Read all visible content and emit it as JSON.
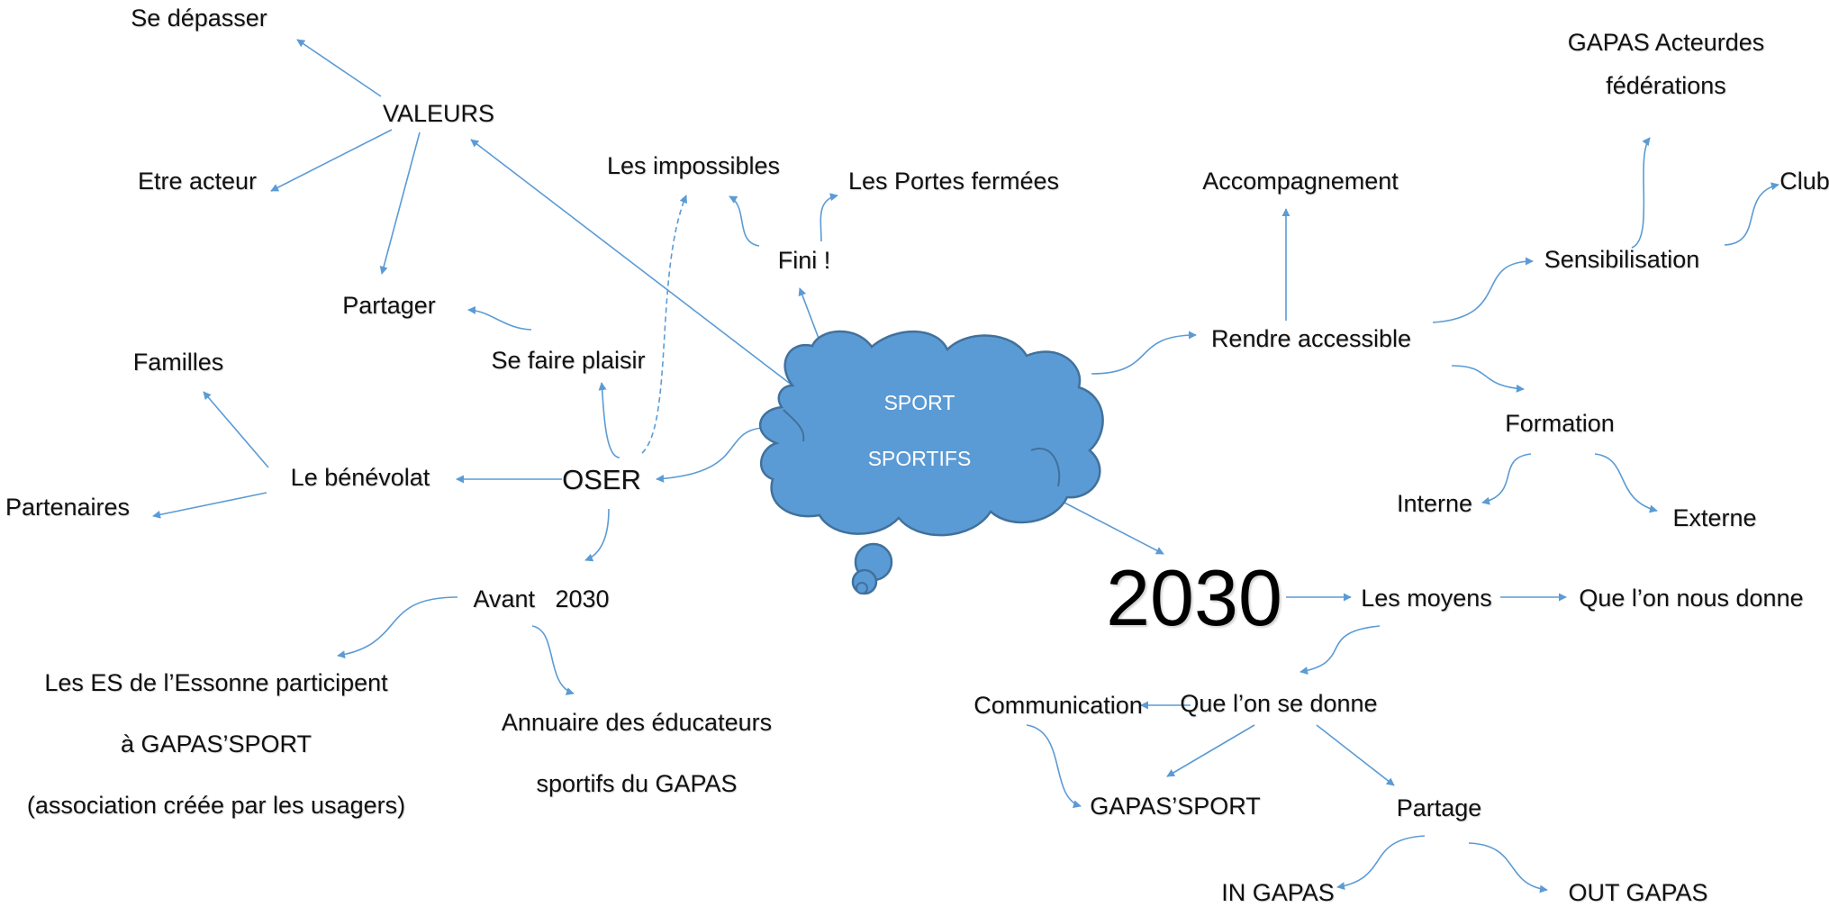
{
  "colors": {
    "arrow": "#5b9bd5",
    "cloud_fill": "#5b9bd5",
    "cloud_stroke": "#41719c",
    "text": "#111111"
  },
  "center": {
    "line1": "SPORT",
    "line2": "SPORTIFS"
  },
  "nodes": {
    "se_depasser": "Se dépasser",
    "valeurs": "VALEURS",
    "etre_acteur": "Etre acteur",
    "partager": "Partager",
    "les_impossibles": "Les impossibles",
    "les_portes_fermees": "Les Portes fermées",
    "fini": "Fini !",
    "se_faire_plaisir": "Se faire plaisir",
    "familles": "Familles",
    "le_benevolat": "Le bénévolat",
    "partenaires": "Partenaires",
    "oser": "OSER",
    "avant_2030": "Avant   2030",
    "les_es": [
      "Les ES de l’Essonne participent",
      "à GAPAS’SPORT",
      "(association créée par les usagers)"
    ],
    "annuaire": [
      "Annuaire des éducateurs",
      "sportifs du GAPAS"
    ],
    "accompagnement": "Accompagnement",
    "gapas_acteurs": [
      "GAPAS Acteurdes",
      "fédérations"
    ],
    "club": "Club",
    "sensibilisation": "Sensibilisation",
    "rendre_accessible": "Rendre accessible",
    "formation": "Formation",
    "interne": "Interne",
    "externe": "Externe",
    "year_2030": "2030",
    "les_moyens": "Les moyens",
    "que_lon_nous_donne": "Que l’on nous donne",
    "que_lon_se_donne": "Que l’on se donne",
    "communication": "Communication",
    "gapas_sport": "GAPAS’SPORT",
    "partage": "Partage",
    "in_gapas": "IN GAPAS",
    "out_gapas": "OUT GAPAS"
  }
}
